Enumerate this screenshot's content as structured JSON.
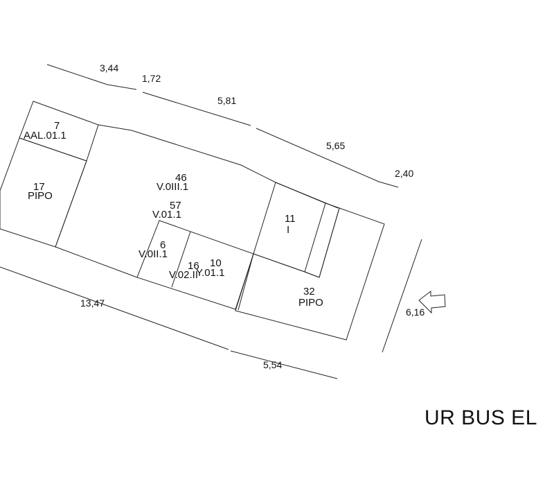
{
  "dimensions": [
    "3,44",
    "1,72",
    "5,81",
    "5,65",
    "2,40",
    "13,47",
    "5,54",
    "6,16"
  ],
  "parcels": [
    {
      "number": "7",
      "code": "AAL.01.1"
    },
    {
      "number": "17",
      "code": "PIPO"
    },
    {
      "number": "46",
      "code": "V.0III.1"
    },
    {
      "number": "57",
      "code": "V.01.1"
    },
    {
      "number": "6",
      "code": "V.0II.1"
    },
    {
      "number": "16",
      "code": "V.02.II"
    },
    {
      "number": "10",
      "code": "Y.01.1"
    },
    {
      "number": "11",
      "code": "I"
    },
    {
      "number": "32",
      "code": "PIPO"
    }
  ],
  "street_label": "UR BUS EL",
  "north_arrow": "arrow-icon"
}
